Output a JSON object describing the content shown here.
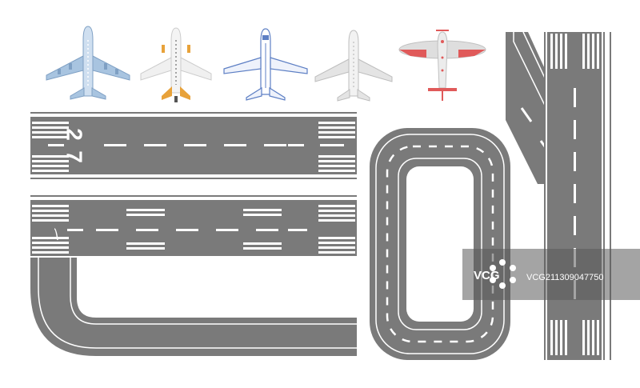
{
  "colors": {
    "background": "#ffffff",
    "asphalt": "#7a7a7a",
    "asphalt_dark": "#6c6c6c",
    "marking": "#ffffff",
    "blue_plane": "#a8c4e0",
    "orange_plane": "#e8a23a",
    "outline_plane": "#5d7fc4",
    "grey_plane": "#dcdcdc",
    "red_plane": "#e05a5a"
  },
  "runways": {
    "top": {
      "number_upper": "2",
      "number_lower": "7"
    }
  },
  "icons": [
    "airliner-blue",
    "airliner-orange",
    "airliner-outline",
    "airliner-grey",
    "prop-plane-red"
  ],
  "watermark": {
    "brand": "VCG",
    "code": "VCG211309047750"
  }
}
